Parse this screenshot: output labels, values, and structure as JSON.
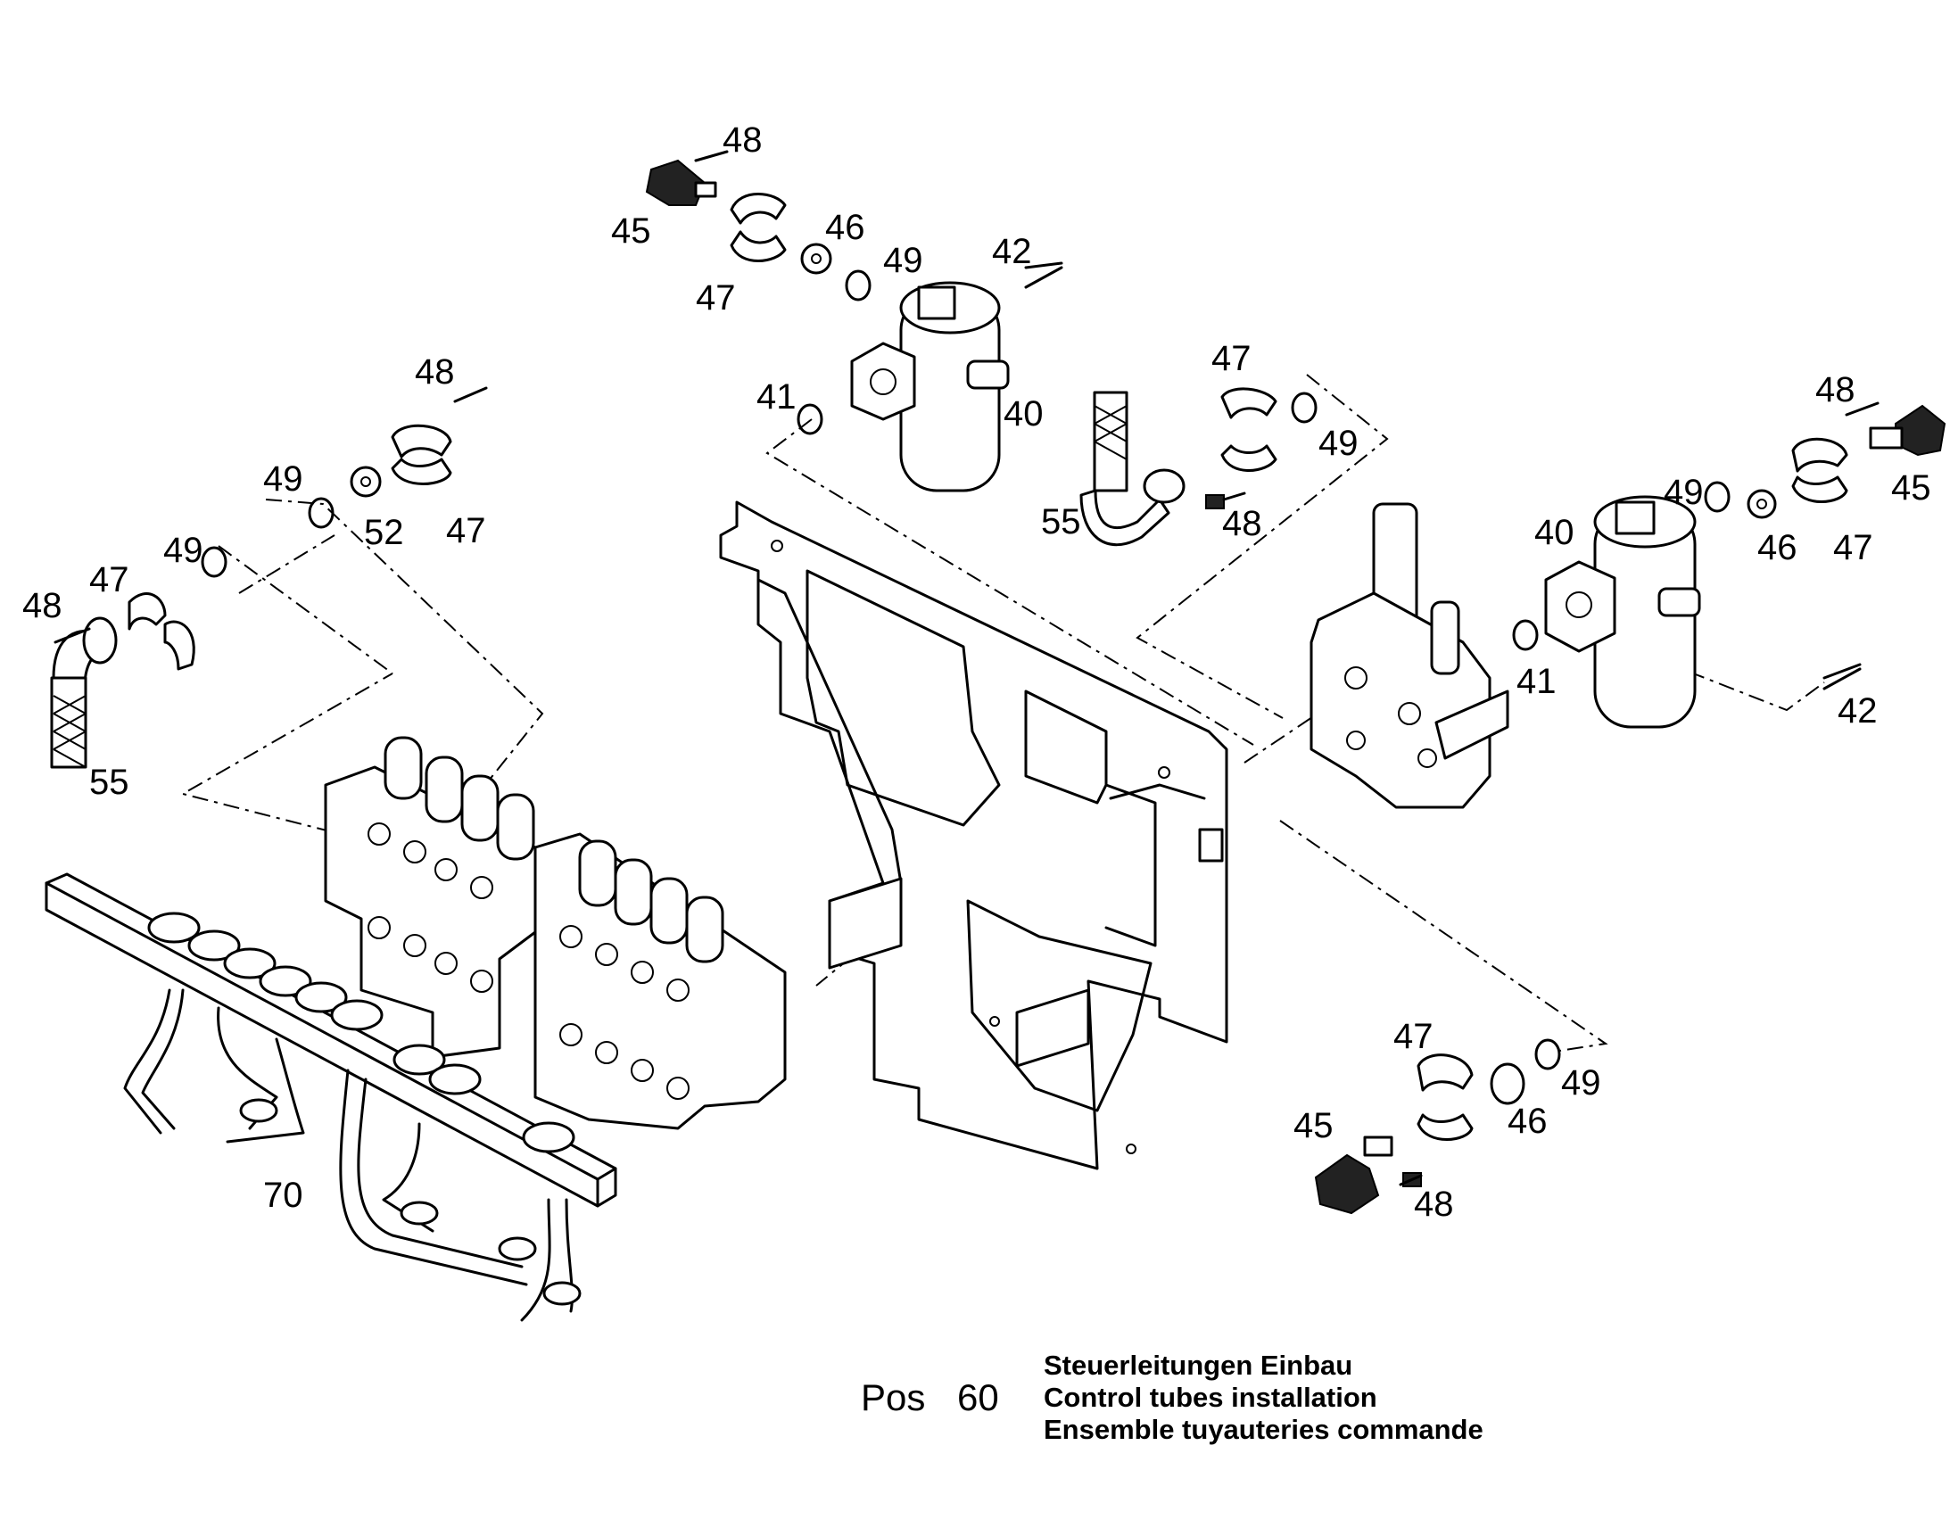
{
  "callouts": [
    {
      "id": "48",
      "text": "48"
    },
    {
      "id": "45",
      "text": "45"
    },
    {
      "id": "46",
      "text": "46"
    },
    {
      "id": "49",
      "text": "49"
    },
    {
      "id": "47",
      "text": "47"
    },
    {
      "id": "42",
      "text": "42"
    },
    {
      "id": "41",
      "text": "41"
    },
    {
      "id": "40",
      "text": "40"
    },
    {
      "id": "55",
      "text": "55"
    },
    {
      "id": "52",
      "text": "52"
    },
    {
      "id": "70",
      "text": "70"
    }
  ],
  "labels": {
    "l48a": "48",
    "l45a": "45",
    "l46a": "46",
    "l49a": "49",
    "l47a": "47",
    "l42a": "42",
    "l41a": "41",
    "l40a": "40",
    "l48b": "48",
    "l49b": "49",
    "l52": "52",
    "l47b": "47",
    "l48c": "48",
    "l47c": "47",
    "l49c": "49",
    "l55a": "55",
    "l47d": "47",
    "l49d": "49",
    "l55b": "55",
    "l48d": "48",
    "l48e": "48",
    "l45e": "45",
    "l49e": "49",
    "l40e": "40",
    "l46e": "46",
    "l47e": "47",
    "l41e": "41",
    "l42e": "42",
    "l47f": "47",
    "l49f": "49",
    "l45f": "45",
    "l46f": "46",
    "l48f": "48",
    "l70": "70"
  },
  "title_block": {
    "pos_label": "Pos",
    "pos_number": "60",
    "line_de": "Steuerleitungen Einbau",
    "line_en": "Control tubes installation",
    "line_fr": "Ensemble tuyauteries commande"
  }
}
